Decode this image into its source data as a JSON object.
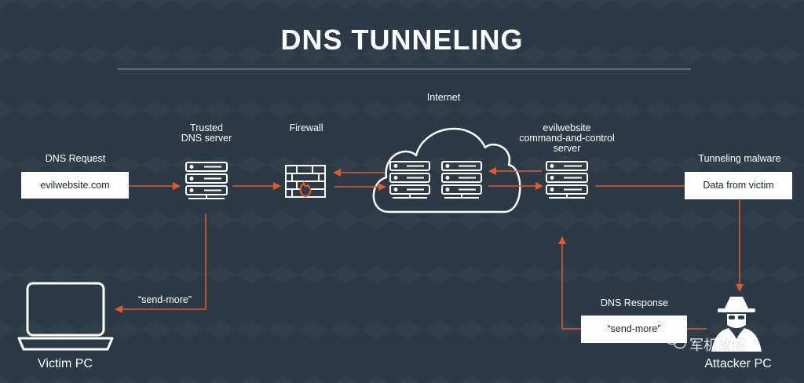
{
  "title": "DNS TUNNELING",
  "labels": {
    "dns_request": "DNS Request",
    "trusted_dns": "Trusted\nDNS server",
    "firewall": "Firewall",
    "internet": "Internet",
    "evil_server": "evilwebsite\ncommand-and-control\nserver",
    "tunneling_malware": "Tunneling malware",
    "send_more_left": "“send-more”",
    "dns_response": "DNS Response",
    "victim_pc": "Victim PC",
    "attacker_pc": "Attacker PC",
    "watermark": "军机故阁"
  },
  "boxes": {
    "request_value": "evilwebsite.com",
    "victim_data": "Data from victim",
    "response_value": "“send-more”"
  },
  "colors": {
    "background": "#2b3a46",
    "arrow": "#e8572a",
    "icon_stroke": "#ffffff"
  },
  "icons": [
    "server-icon",
    "firewall-icon",
    "cloud-icon",
    "laptop-icon",
    "hacker-icon"
  ]
}
